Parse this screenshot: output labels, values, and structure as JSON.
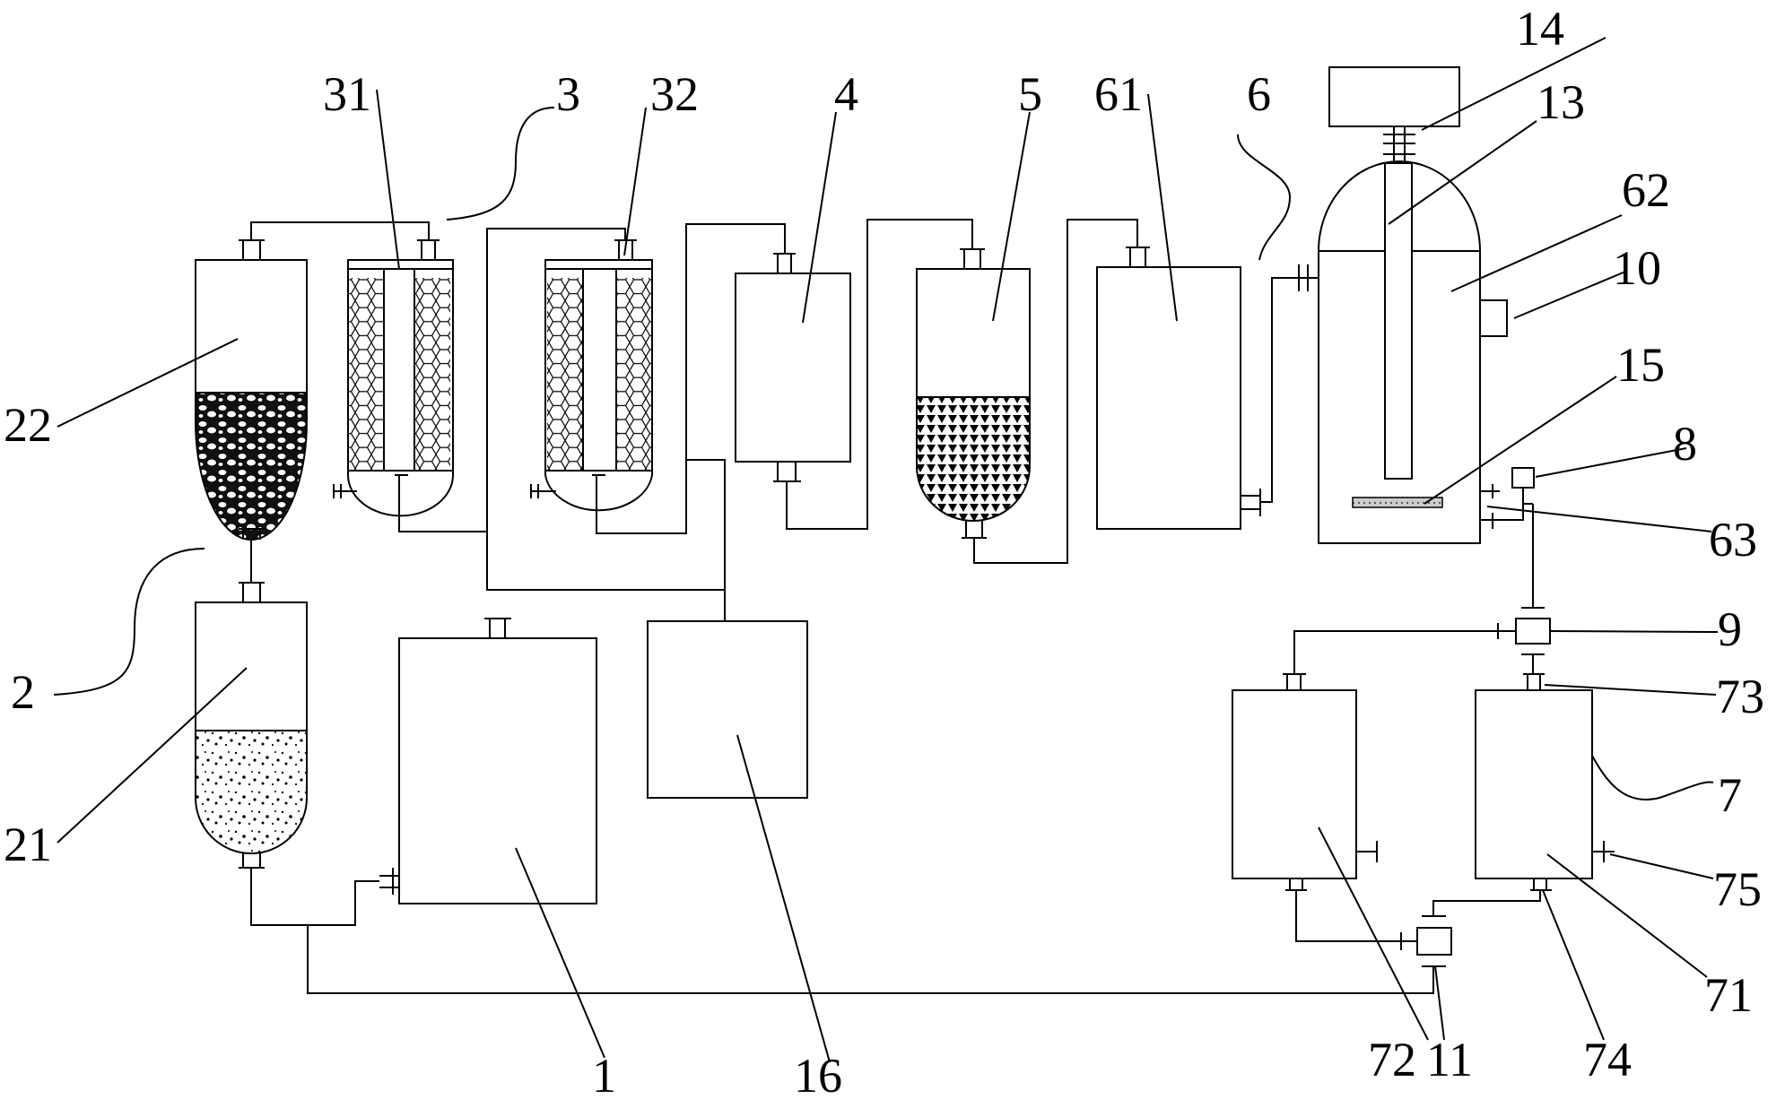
{
  "labels": {
    "l1": "1",
    "l2": "2",
    "l3": "3",
    "l4": "4",
    "l5": "5",
    "l6": "6",
    "l7": "7",
    "l8": "8",
    "l9": "9",
    "l10": "10",
    "l11": "11",
    "l13": "13",
    "l14": "14",
    "l15": "15",
    "l16": "16",
    "l21": "21",
    "l22": "22",
    "l31": "31",
    "l32": "32",
    "l61": "61",
    "l62": "62",
    "l63": "63",
    "l71": "71",
    "l72": "72",
    "l73": "73",
    "l74": "74",
    "l75": "75"
  }
}
